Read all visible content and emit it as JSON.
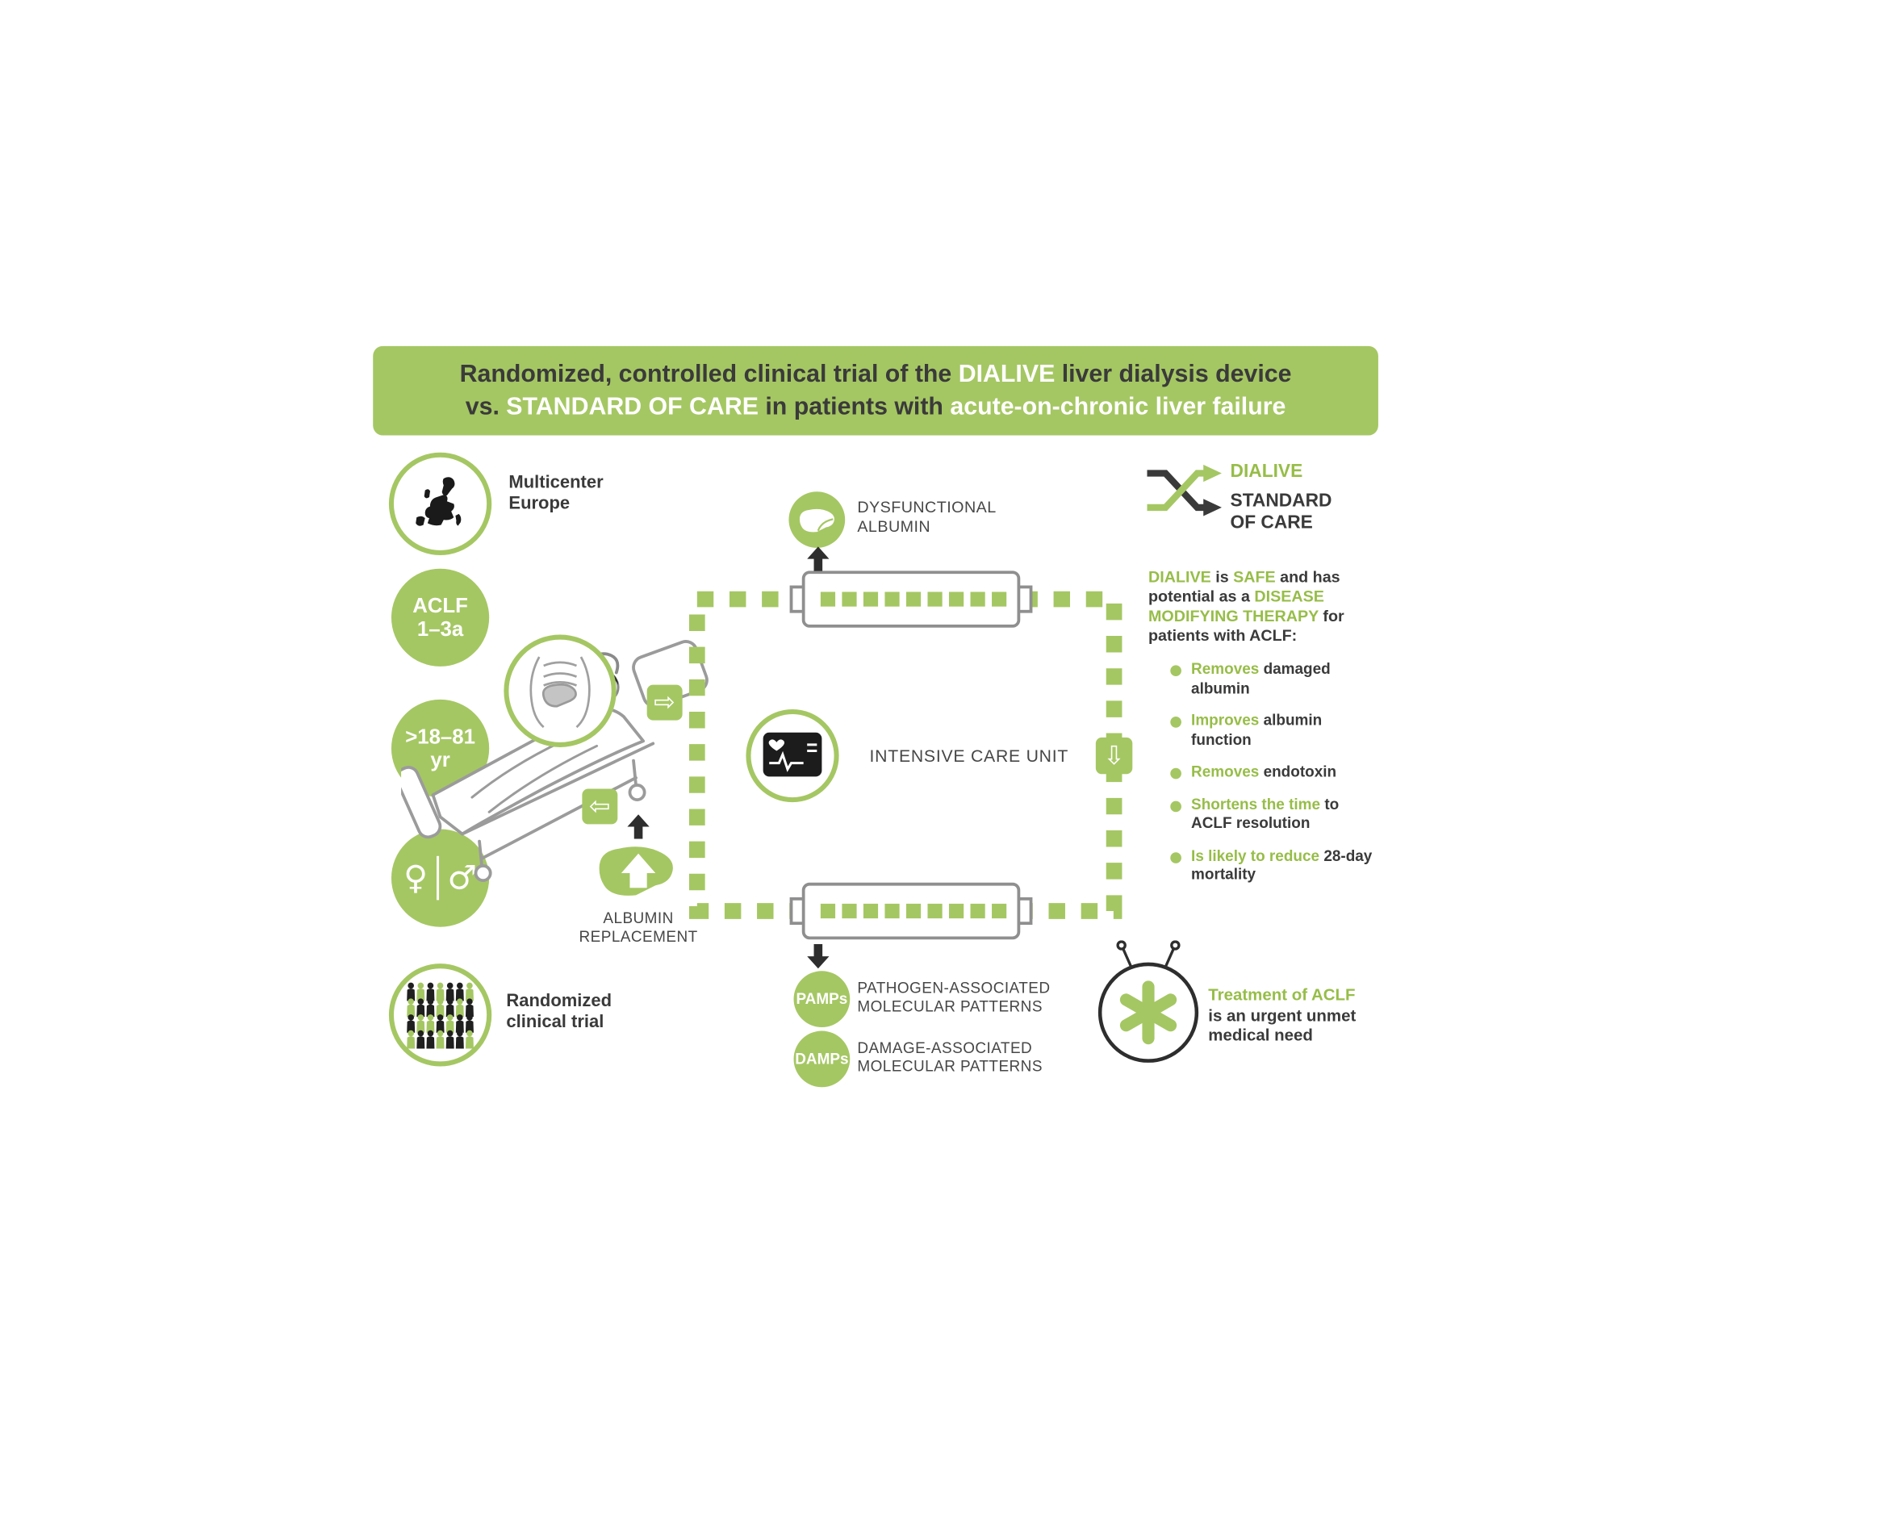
{
  "banner": {
    "l1a": "Randomized, controlled clinical trial of the ",
    "l1b": "DIALIVE",
    "l1c": " liver dialysis device",
    "l2a": "vs. ",
    "l2b": "STANDARD OF CARE",
    "l2c": " in patients with ",
    "l2d": "acute-on-chronic liver failure"
  },
  "left": {
    "multicenter": {
      "line1": "Multicenter",
      "line2": "Europe"
    },
    "aclf": {
      "line1": "ACLF",
      "line2": "1–3a"
    },
    "age": {
      "line1": ">18–81",
      "line2": "yr"
    },
    "randomized": {
      "line1": "Randomized",
      "line2": "clinical trial"
    }
  },
  "center": {
    "dysfunctional_albumin": {
      "line1": "DYSFUNCTIONAL",
      "line2": "ALBUMIN"
    },
    "icu": "INTENSIVE CARE UNIT",
    "albumin_replacement": {
      "line1": "ALBUMIN",
      "line2": "REPLACEMENT"
    },
    "pamps": {
      "badge": "PAMPs",
      "line1": "PATHOGEN-ASSOCIATED",
      "line2": "MOLECULAR PATTERNS"
    },
    "damps": {
      "badge": "DAMPs",
      "line1": "DAMAGE-ASSOCIATED",
      "line2": "MOLECULAR PATTERNS"
    }
  },
  "right": {
    "legend": {
      "dialive": "DIALIVE",
      "soc1": "STANDARD",
      "soc2": "OF CARE"
    },
    "intro": {
      "a": "DIALIVE",
      "b": "  is ",
      "c": "SAFE",
      "d": " and has potential as a ",
      "e": "DISEASE MODIFYING THERAPY",
      "f": " for patients with ACLF:"
    },
    "bullets": [
      {
        "green": "Removes",
        "dark": " damaged albumin"
      },
      {
        "green": "Improves",
        "dark": " albumin function"
      },
      {
        "green": "Removes",
        "dark": " endotoxin"
      },
      {
        "green": "Shortens the time",
        "dark": " to ACLF resolution"
      },
      {
        "green": "Is likely to reduce",
        "dark": " 28-day mortality"
      }
    ],
    "urgent": {
      "green": "Treatment of ACLF",
      "dark": "is an urgent unmet medical need"
    }
  },
  "icons": {
    "arrow_right": "⇨",
    "arrow_left": "⇦",
    "arrow_down": "⇩",
    "female": "♀",
    "male": "♂"
  },
  "colors": {
    "green": "#a5c763",
    "green_text": "#97bd48",
    "dark_text": "#3a3a3a",
    "sketch_gray": "#9b9b9b"
  }
}
